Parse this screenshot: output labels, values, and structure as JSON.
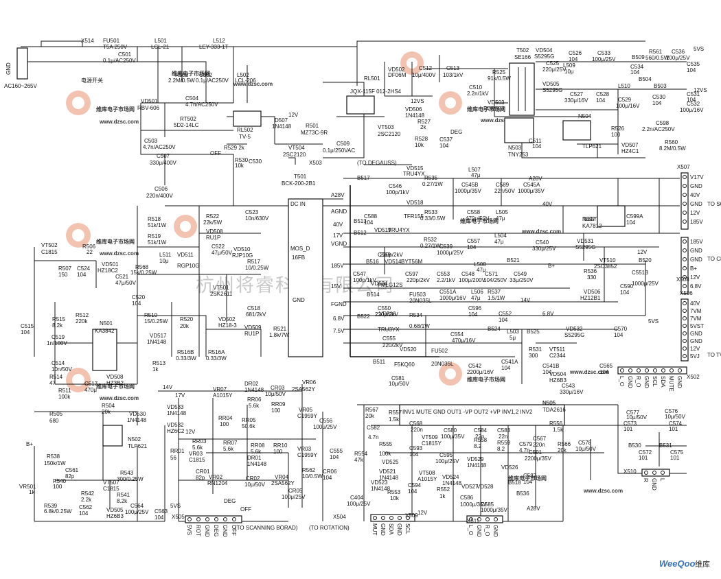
{
  "watermark": {
    "cn": "维库电子市场网",
    "url": "www.dzsc.com",
    "center_text": "杭州将睿科技有限公司"
  },
  "footer": {
    "brand": "WeeQoo",
    "brand_cn": "维库"
  },
  "labels": {
    "x514": "X514",
    "ac_in": "AC160~265V",
    "power_switch": "电源开关",
    "fu501": "FU501",
    "fu501_val": "T5A 250V",
    "c501": "C501",
    "c501_val": "0.1μ/AC250V",
    "l501": "L501",
    "l501_val": "LCL-21",
    "l512": "L512",
    "l512_val": "LEY-333-1T",
    "r502": "R502",
    "r502_val": "2.2M/0.5W",
    "c502": "C502",
    "c502_val": "0.1μ/AC250V",
    "l502": "L502",
    "l502_val": "LCL-206",
    "c504": "C504",
    "c504_val": "4.7n/AC250V",
    "vd501": "VD501",
    "vd501_val": "RBV-606",
    "rt502": "RT502",
    "rt502_val": "5D2-14LC",
    "rl502": "RL502",
    "rl502_val": "TV-5",
    "d507": "D507",
    "d507_val": "1N4148",
    "v12": "12V",
    "c503": "C503",
    "c503_val": "4.7n/AC250V",
    "r529": "R529 2k",
    "off": "OFF",
    "r530": "R530",
    "r530_val": "10k",
    "c530": "C530",
    "vt504": "VT504",
    "vt504_val": "2SC2120",
    "c507": "C507",
    "c507_val": "330μ/400V",
    "c506": "C506",
    "c506_val": "220n/400V",
    "vd502": "VD502",
    "vd502_val": "DF06M",
    "c512": "C512",
    "c512_val": "10μ/400V",
    "c513": "C513",
    "c513_val": "103/1kV",
    "rl501": "RL501",
    "rl501_val": "JQX-115F 012-2HS4",
    "v12vs": "12VS",
    "vd506": "VD506",
    "vd506_val": "1N4148",
    "r501": "R501",
    "r501_val": "MZ73C-9R",
    "c509": "C509",
    "c509_val": "0.1μ/250VAC",
    "vt503": "VT503",
    "vt503_val": "2SC2120",
    "r527": "R527",
    "r527_val": "2k",
    "deg": "DEG",
    "r528": "R528",
    "r528_val": "10k",
    "c537": "C537",
    "c537_val": "104",
    "x503": "X503",
    "to_degauss": "(TO DEGAUSS)",
    "t502": "T502",
    "t502_val": "SE166",
    "r525": "R525",
    "r525_val": "91k/0.5W",
    "c510": "C510",
    "c510_val": "2.2n/1kV",
    "vd503": "VD503",
    "vd503_val": "RGP10J",
    "vd504": "VD504",
    "vd504_val": "S5295G",
    "c525": "C525",
    "c525_val": "220μ/25V",
    "c526": "C526",
    "c526_val": "104",
    "l509": "L509",
    "l509_val": "10μ",
    "c533": "C533",
    "c533_val": "100μ/25V",
    "b509": "B509",
    "c534": "C534",
    "c534_val": "104",
    "b504": "B504",
    "r561": "R561",
    "r561_val": "560/0.5W",
    "c536": "C536",
    "c536_val": "100μ/25V",
    "c535": "C535",
    "c535_val": "104",
    "v5vs": "5VS",
    "vd505": "VD505",
    "vd505_val": "S5295G",
    "c527": "C527",
    "c527_val": "330μ/16V",
    "c528": "C528",
    "c528_val": "104",
    "l510": "L510",
    "b503": "B503",
    "c531": "C531",
    "c531_val": "104",
    "c529": "C529",
    "c529_val": "100μ/16V",
    "c530b": "C530",
    "c530b_val": "104",
    "c532": "C532",
    "c532_val": "100μ/16V",
    "v12vs2": "12VS",
    "n503": "N503",
    "n503_val": "TNY253",
    "c511": "C511",
    "c511_val": "104",
    "n504": "N504",
    "r526": "R526",
    "r526_val": "100",
    "tlp621": "TLP621",
    "vd507": "VD507",
    "vd507_val": "HZ4C1",
    "c598": "C598",
    "c598_val": "2.2n/AC250V",
    "r560": "R560",
    "r560_val": "8.2M/0.5W",
    "t501": "T501",
    "t501_val": "BCK-200-2B1",
    "dc_in": "DC IN",
    "mos_d": "MOS_D",
    "v16fb": "16FB",
    "gnd": "GND",
    "a28v": "A28V",
    "v40": "40V",
    "v17": "17V",
    "v185": "185V",
    "v15": "15V",
    "v68": "6.8V",
    "v75": "7.5V",
    "agnd": "AGND",
    "vgnd": "VGND",
    "fgnd": "FGND",
    "r522": "R522",
    "r522_val": "22k/5W",
    "c523": "C523",
    "c523_val": "10n/630V",
    "vd508": "VD508",
    "vd508_val": "RU1P",
    "c522": "C522",
    "c522_val": "47μ/50V",
    "vd510": "VD510",
    "vd510_val": "RJP10G",
    "r518": "R518",
    "r518_val": "51k/1W",
    "r519": "R519",
    "r519_val": "51k/1W",
    "vt502": "VT502",
    "vt502_val": "C1815",
    "r506": "R506",
    "r506_val": "22",
    "vd501b": "VD501",
    "vd501b_val": "HZ18C2",
    "r507": "R507",
    "r507_val": "150",
    "c524": "C524",
    "c524_val": "104",
    "l511": "L511",
    "l511_val": "10μ",
    "vd511": "VD511",
    "vd511_val": "RGP10G",
    "r568": "R568",
    "r568_val": "15k/0.25W",
    "c521": "C521",
    "c521_val": "47μ/50V",
    "r517": "R517",
    "r517_val": "10/0.25W",
    "vt501": "VT501",
    "vt501_val": "2SK2611",
    "c520": "C520",
    "c520_val": "104",
    "c518": "C518",
    "c518_val": "681/2kV",
    "r510": "R510",
    "r510_val": "15/0.25W",
    "r520": "R520",
    "r520_val": "20k",
    "vd502b": "VD502",
    "vd502b_val": "HZ18-3",
    "vd509": "VD509",
    "vd509_val": "RU1P",
    "r521": "R521",
    "r521_val": "1.8k/7W",
    "vd517": "VD517",
    "vd517_val": "1N4148",
    "r516b": "R516B",
    "r516b_val": "0.33/3W",
    "r516a": "R516A",
    "r516a_val": "0.33/3W",
    "c515": "C515",
    "c515_val": "104",
    "r515": "R515",
    "r515_val": "8.2k",
    "r512": "R512",
    "r512_val": "220k",
    "n501": "N501",
    "n501_val": "KA3842",
    "c519": "C519",
    "c519_val": "1n/100V",
    "r513": "R513",
    "r513_val": "1k",
    "c514": "C514",
    "c514_val": "10n/50V",
    "r514": "R514",
    "r514_val": "47",
    "c517": "C517",
    "c517_val": "470μ",
    "vd508b": "VD508",
    "vd508b_val": "HZ3B2",
    "r511": "R511",
    "r511_val": "100k",
    "r505": "R505",
    "r505_val": "680",
    "r504": "R504",
    "r504_val": "20k",
    "vd530": "VD530",
    "vd530_val": "1N4148",
    "n502": "N502",
    "n502_val": "TLP621",
    "bplus": "B+",
    "r538": "R538",
    "r538_val": "150k/1W",
    "vr501": "VR501",
    "vr501_val": "1k",
    "r540": "R540",
    "r540_val": "100",
    "r539": "R539",
    "r539_val": "6.8k/0.25W",
    "c561": "C561",
    "c561_val": "82p",
    "r542": "R542",
    "r542_val": "2.2k",
    "c562": "C562",
    "c562_val": "104",
    "vt507": "VT507",
    "vt507_val": "C1815",
    "r543": "R543",
    "r543_val": "300/0.25W",
    "r541": "R541",
    "r541_val": "8.2k",
    "vd505b": "VD505",
    "vd505b_val": "HZ6B3",
    "c564": "C564",
    "c564_val": "100μ/25V",
    "c563": "C563",
    "c563_val": "104",
    "v14": "14V",
    "v17b": "17V",
    "vd533": "VD533",
    "vd533_val": "1N4148",
    "vd532": "VD532",
    "vd532_val": "HZ6C2",
    "v12b": "12V",
    "vr07": "VR07",
    "vr07_val": "A1015Y",
    "dr02": "DR02",
    "dr02_val": "1N4148",
    "rr06": "RR06",
    "rr06_val": "5.6k",
    "cr03": "CR03",
    "cr03_val": "10μ/50V",
    "vr06": "VR06",
    "vr06_val": "2SA562Y",
    "rr04": "RR04",
    "rr04_val": "100",
    "rr05": "RR05",
    "rr05_val": "50.6k",
    "rr09": "RR09",
    "rr09_val": "100",
    "vr05": "VR05",
    "vr05_val": "C1959Y",
    "rr03": "RR03",
    "rr03_val": "5.6k",
    "vr03": "VR03",
    "vr03_val": "C1815",
    "rr01": "RR01",
    "rr01_val": "56",
    "cr01": "CR01",
    "cr01_val": "82p",
    "rr07": "RR07",
    "rr07_val": "5.6k",
    "rr08": "RR08",
    "rr08_val": "5.6k",
    "dr01": "DR01",
    "dr01_val": "1N4148",
    "rr10": "RR10",
    "rr10_val": "100",
    "vr03b": "VR03",
    "vr03b_val": "C1959Y",
    "c556": "C556",
    "c556_val": "100μ/25V",
    "c555": "C555",
    "c555_val": "104",
    "vr02": "VR02",
    "vr02_val": "RN1204",
    "cr02": "CR02",
    "cr02_val": "10μ/50V",
    "vr04": "VR04",
    "vr04_val": "2SA562Y",
    "r562": "R562",
    "r562_val": "10/0.5W",
    "cr06": "CR06",
    "cr06_val": "104",
    "cr05": "CR05",
    "cr05_val": "100μ/25V",
    "v5vs2": "5VS",
    "deg2": "DEG",
    "off2": "OFF",
    "x505": "X505",
    "to_scanning": "(TO SCANNING BORAD)",
    "x504": "X504",
    "to_rotation": "(TO ROTATION)",
    "x505_pins": [
      "5VS",
      "ROT",
      "GND",
      "DEG",
      "GND",
      "OFF"
    ],
    "b517": "B517",
    "c546": "C546",
    "c546_val": "100p/1kV",
    "vd515": "VD515",
    "vd515_val": "TRU4YX",
    "r535": "R535",
    "r535_val": "0.27/1W",
    "l507": "L507",
    "l507_val": "47μ",
    "c545b": "C545B",
    "c545b_val": "1000μ/35V",
    "c589": "C589",
    "c589_val": "22n/50V",
    "c545a": "C545A",
    "c545a_val": "1000μ/35V",
    "a28v2": "A28V",
    "x507": "X507",
    "x507_pins": [
      "V17V",
      "GND",
      "40V",
      "GND",
      "12V",
      "185V"
    ],
    "to_scan": "TO SCAN BOARD",
    "c588": "C588",
    "c588_val": "104",
    "b513": "B513",
    "vd518": "VD518",
    "vd518_val": "TFR155",
    "r533": "R533",
    "r533_val": "0.33/0.5W",
    "c558": "C558",
    "c558_val": "470μ/50V",
    "l505": "L505",
    "l505_val": "47μ",
    "v40b": "40V",
    "n507": "N507",
    "n507_val": "KA7812",
    "c599a": "C599A",
    "c599a_val": "104",
    "b512": "B512",
    "vd519": "VD519",
    "vd519_val": "TRU4YX",
    "r532": "R532",
    "r532_val": "0.27/1W",
    "c539": "C539",
    "c539_val": "1000μ/25V",
    "c557": "C557",
    "c557_val": "104",
    "l504": "L504",
    "l504_val": "47μ",
    "c540": "C540",
    "c540_val": "330μ/25V",
    "vd531": "VD531",
    "vd531_val": "S5295G",
    "v12c": "12V",
    "x508": "X508",
    "x508_pins": [
      "185V",
      "GND",
      "GND",
      "B+",
      "12V",
      "6.8V"
    ],
    "to_crt": "TO CRT BOARD",
    "c569": "C569",
    "c569_val": "220p/2kV",
    "b516": "B516",
    "vd514": "VD514",
    "vd514_val": "BYT56M",
    "l508": "L508",
    "l508_val": "47μ",
    "b521": "B521",
    "bplus2": "B+",
    "vt510": "VT510",
    "vt510_val": "2SC3852",
    "b520": "B520",
    "c547": "C547",
    "c547_val": "100p/1kV",
    "c597": "C597",
    "c597_val": "220p/2kV",
    "c553": "C553",
    "c553_val": "2.2/1kV",
    "c548": "C548",
    "c548_val": "100μ/200V",
    "c571": "C571",
    "c571_val": "104/250V",
    "c549": "C549",
    "c549_val": "33μ/250V",
    "r536": "R536",
    "r536_val": "330",
    "c590": "C590",
    "c590_val": "104",
    "vd506b": "VD506",
    "vd506b_val": "HZ12B1",
    "c551b": "C551B",
    "c551b_val": "1000μ/25V",
    "vd534": "VD534",
    "vd534_val": "FMLG12S",
    "c551a": "C551A",
    "c551a_val": "1000μ/16V",
    "l506": "L506",
    "l506_val": "47μ",
    "r537": "R537",
    "r537_val": "1.5/1W",
    "c552": "C552",
    "c552_val": "104",
    "b514": "B514",
    "c550": "C550",
    "c550_val": "220p/2kV",
    "fu503": "FU503",
    "fu503_val": "20N035L",
    "c596": "C596",
    "c596_val": "104",
    "v14b": "14V",
    "v68b": "6.8V",
    "x506": "X506",
    "x506_pins": [
      "40V",
      "7VM",
      "7VM",
      "5VST",
      "GND",
      "GND",
      "12V",
      "5VJ"
    ],
    "to_tv": "TO TV BOARD",
    "b522": "B522",
    "vd516": "VD516",
    "vd516_val": "TRU3YX",
    "r534": "R534",
    "r534_val": "0.68/1W",
    "c554": "C554",
    "c554_val": "470μ/16V",
    "b524": "B524",
    "l503": "L503",
    "l503_val": "5μ",
    "b525": "B525",
    "v5vs3": "5VS",
    "vd532b": "VD532",
    "vd532b_val": "S5295G",
    "c570": "C570",
    "c570_val": "104",
    "c555b": "C555",
    "c555b_val": "220/2kV",
    "vd520": "VD520",
    "vd520_val": "F5KQ60",
    "b511": "B511",
    "fu502": "FU502",
    "fu502_val": "20N035L",
    "c542": "C542",
    "c542_val": "2200μ/16V",
    "c541a": "C541A",
    "c541a_val": "104",
    "r531": "R531",
    "r531_val": "300",
    "vt511": "VT511",
    "vt511_val": "C2344",
    "c541b": "C541B",
    "c541b_val": "104",
    "vd504b": "VD504",
    "vd504b_val": "HZ6B3",
    "c543": "C543",
    "c543_val": "330μ/16V",
    "c565": "C565",
    "c565_val": "104",
    "x502": "X502",
    "x502_pins": [
      "L_O",
      "GND",
      "R_O",
      "GND",
      "SCL",
      "SDA",
      "MUTE",
      "GND"
    ],
    "c581": "C581",
    "c581_val": "10μ/50V",
    "n505": "N505",
    "n505_val": "TDA2616",
    "n505_pins": "INV1  MUTE  GND    OUT1  -VP    OUT2  +VP  INV1,2  INV2",
    "r567": "R567",
    "r567_val": "20k",
    "r557": "R557",
    "r557_val": "1.5k",
    "c568": "C568",
    "c568_val": "220n",
    "c580": "C580",
    "c580_val": "100μ/35V",
    "c584": "C584",
    "c584_val": "22n",
    "c583": "C583",
    "c583_val": "22n",
    "r558": "R558",
    "r558_val": "8.2",
    "r559": "R559",
    "r559_val": "8.2",
    "r556": "R556",
    "r556_val": "1.5k",
    "c567": "C567",
    "c567_val": "220n",
    "c579": "C579",
    "c579_val": "4.7n",
    "c591": "C591",
    "c591_val": "2200μ/35V",
    "r566": "R566",
    "r566_val": "20k",
    "c578": "C578",
    "c578_val": "10μ/50V",
    "c582": "C582",
    "c582_val": "4.7n",
    "r555": "R555",
    "r555_val": "100k",
    "vt509": "VT509",
    "vt509_val": "C1815Y",
    "c593": "C593",
    "c593_val": "104",
    "r554": "R554",
    "r554_val": "47k",
    "vd525": "VD525",
    "c595": "C595",
    "c595_val": "100μ/25V",
    "vd529": "VD529",
    "vd529_val": "1N4148",
    "vd526": "VD526",
    "vd521": "VD521",
    "vd521_val": "1N4148",
    "vt508": "VT508",
    "vt508_val": "A1015Y",
    "vd524": "VD524",
    "vd524_val": "1N4148",
    "vd523": "VD523",
    "vd523_val": "1N4148",
    "vd527": "VD527",
    "vd528": "VD528",
    "r553": "R553",
    "r553_val": "10k",
    "c594": "C594",
    "c594_val": "104",
    "r552": "R552",
    "r552_val": "1k",
    "c586": "C586",
    "c586_val": "1000μ/35V",
    "c585": "C585",
    "c585_val": "1000μ/35V",
    "b518": "B518",
    "b536": "B536",
    "c404": "C404",
    "c404_val": "100μ/25V",
    "c587": "C587",
    "c587_val": "104",
    "v12d": "12V",
    "a28v3": "A28V",
    "x509": "X509",
    "x509_pins": [
      "MUT",
      "GND",
      "SDA",
      "GND",
      "SCL"
    ],
    "x511": "X511",
    "x511_pins": [
      "L_O",
      "GND",
      "R_O",
      "GND"
    ],
    "c577": "C577",
    "c577_val": "10μ/50V",
    "c576": "C576",
    "c576_val": "10μ/50V",
    "c573": "C573",
    "c573_val": "101",
    "c574": "C574",
    "c574_val": "101",
    "b530": "B530",
    "b531": "B531",
    "c572": "C572",
    "c572_val": "101",
    "c575": "C575",
    "c575_val": "101",
    "x510": "X510",
    "x510_pins": [
      "R",
      "GND",
      "L"
    ]
  }
}
